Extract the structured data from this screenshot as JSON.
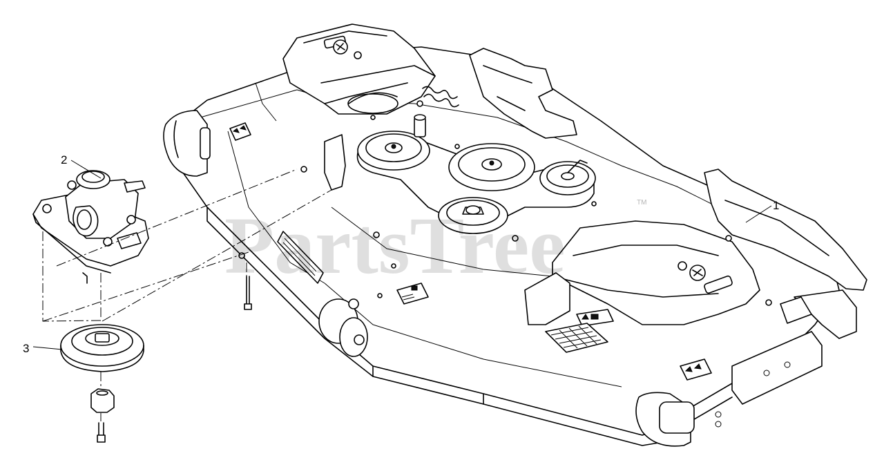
{
  "watermark": {
    "text": "PartsTree",
    "mark": "TM"
  },
  "callouts": [
    {
      "number": "1",
      "part": "mower-deck"
    },
    {
      "number": "2",
      "part": "gearbox"
    },
    {
      "number": "3",
      "part": "pulley"
    }
  ],
  "icons": [
    "decal-icon",
    "spindle-pulley-icon",
    "idler-pulley-icon",
    "spring-icon",
    "bolt-icon",
    "nut-icon",
    "screw-icon",
    "wheel-icon"
  ]
}
